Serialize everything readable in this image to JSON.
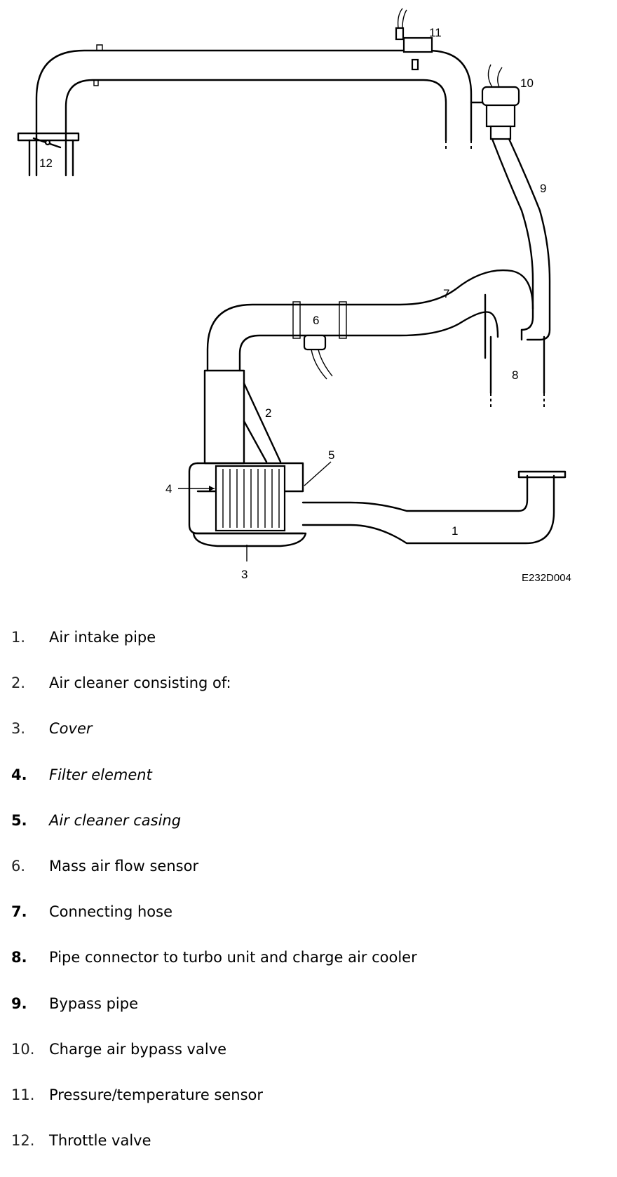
{
  "figure": {
    "code": "E232D004",
    "callouts": [
      "1",
      "2",
      "3",
      "4",
      "5",
      "6",
      "7",
      "8",
      "9",
      "10",
      "11",
      "12"
    ]
  },
  "legend": [
    {
      "num": "1.",
      "label": "Air intake pipe",
      "style": "normal",
      "num_bold": false
    },
    {
      "num": "2.",
      "label": "Air cleaner consisting of:",
      "style": "normal",
      "num_bold": false
    },
    {
      "num": "3.",
      "label": "Cover",
      "style": "italic",
      "num_bold": false
    },
    {
      "num": "4.",
      "label": "Filter element",
      "style": "italic",
      "num_bold": true
    },
    {
      "num": "5.",
      "label": "Air cleaner casing",
      "style": "italic",
      "num_bold": true
    },
    {
      "num": "6.",
      "label": "Mass air flow sensor",
      "style": "normal",
      "num_bold": false
    },
    {
      "num": "7.",
      "label": "Connecting hose",
      "style": "normal",
      "num_bold": true
    },
    {
      "num": "8.",
      "label": "Pipe connector to turbo unit and charge air cooler",
      "style": "normal",
      "num_bold": true
    },
    {
      "num": "9.",
      "label": "Bypass pipe",
      "style": "normal",
      "num_bold": true
    },
    {
      "num": "10.",
      "label": "Charge air bypass valve",
      "style": "normal",
      "num_bold": false
    },
    {
      "num": "11.",
      "label": "Pressure/temperature sensor",
      "style": "normal",
      "num_bold": false
    },
    {
      "num": "12.",
      "label": "Throttle valve",
      "style": "normal",
      "num_bold": false
    }
  ]
}
